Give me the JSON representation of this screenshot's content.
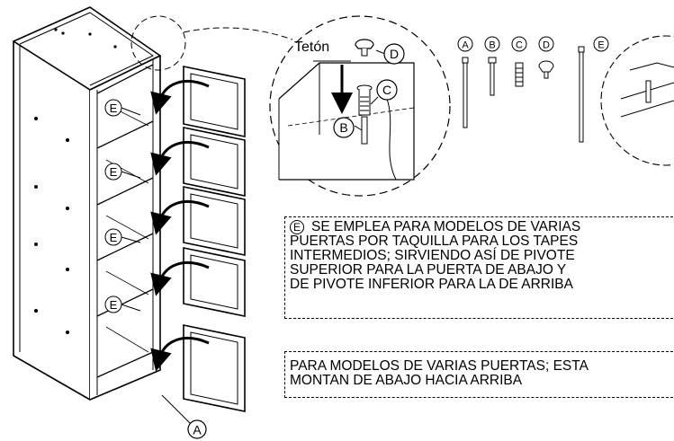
{
  "labels": {
    "teton": "Tetón",
    "a": "A",
    "b": "B",
    "c": "C",
    "d": "D",
    "e": "E"
  },
  "notes": {
    "note_e_circle": "E",
    "note_e_lines": [
      "SE EMPLEA PARA MODELOS DE VARIAS",
      "PUERTAS POR TAQUILLA PARA LOS TAPES",
      "INTERMEDIOS; SIRVIENDO ASÍ DE PIVOTE",
      "SUPERIOR PARA LA PUERTA DE ABAJO Y",
      "DE PIVOTE INFERIOR PARA LA DE ARRIBA"
    ],
    "note_mount_lines": [
      "PARA MODELOS DE VARIAS PUERTAS; ESTA",
      "MONTAN DE ABAJO HACIA ARRIBA"
    ]
  }
}
